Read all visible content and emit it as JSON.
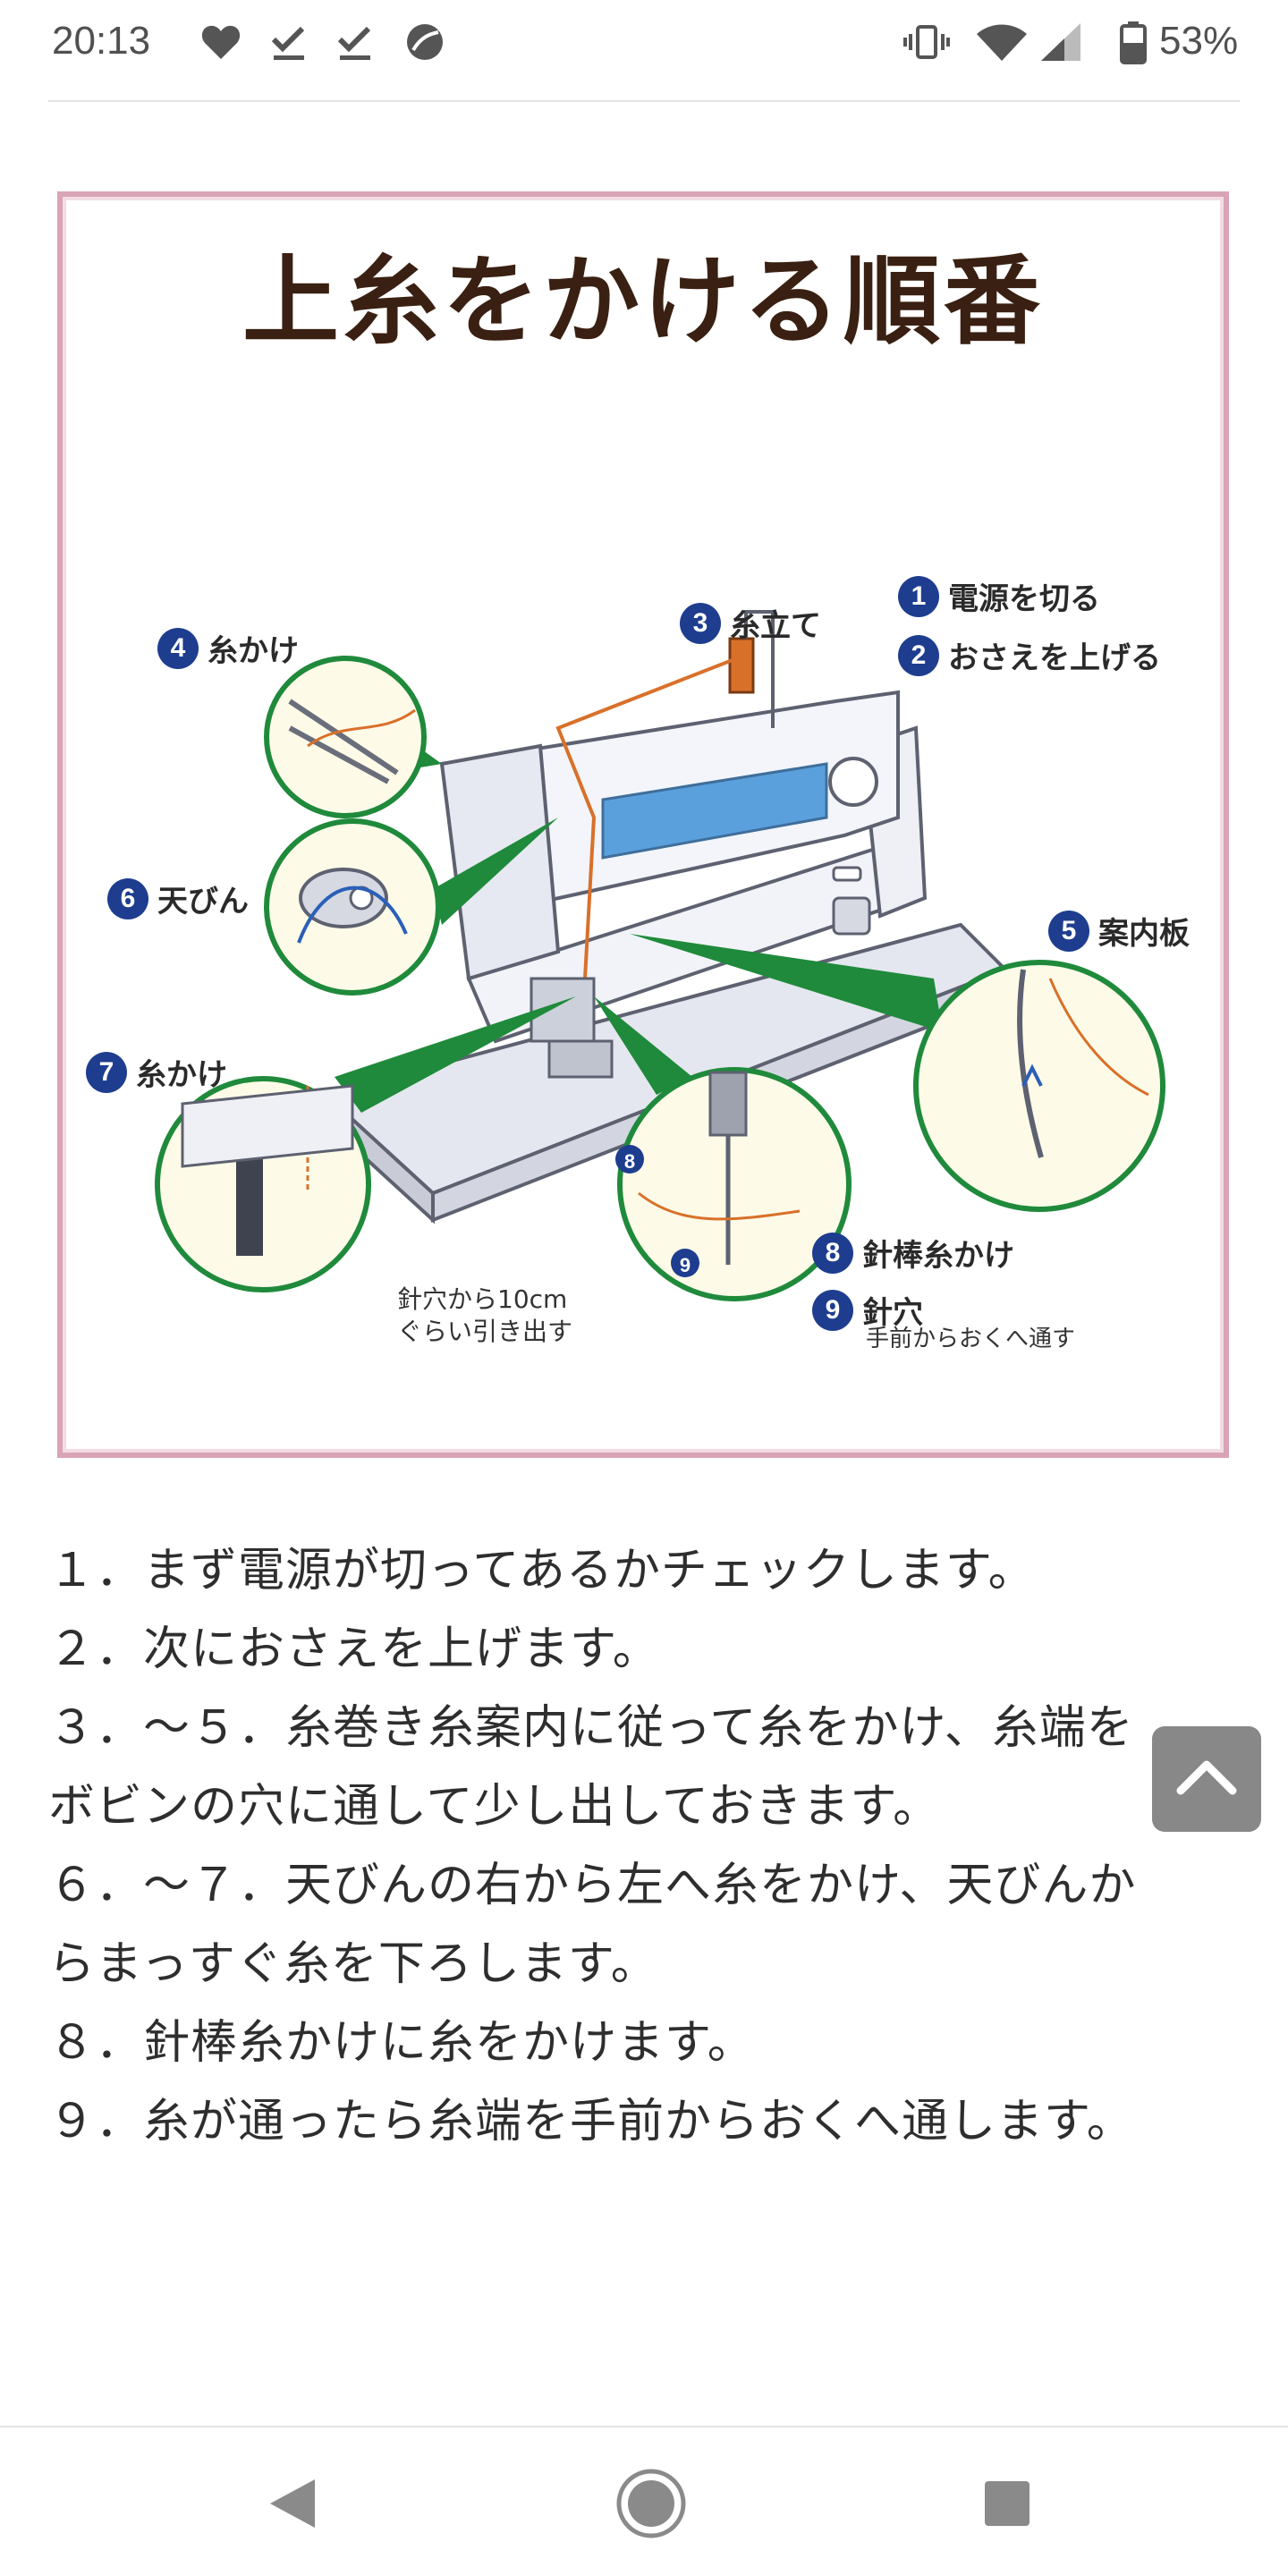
{
  "status_bar": {
    "time": "20:13",
    "battery": "53%",
    "notification_icons": [
      "heart-icon",
      "download-done-icon",
      "download-done-icon",
      "app-icon"
    ],
    "system_icons": [
      "vibrate-icon",
      "wifi-icon",
      "signal-icon",
      "battery-icon"
    ]
  },
  "figure": {
    "title": "上糸をかける順番",
    "labels": {
      "step1": {
        "num": "1",
        "text": "電源を切る"
      },
      "step2": {
        "num": "2",
        "text": "おさえを上げる"
      },
      "step3": {
        "num": "3",
        "text": "糸立て"
      },
      "step4": {
        "num": "4",
        "text": "糸かけ"
      },
      "step5": {
        "num": "5",
        "text": "案内板"
      },
      "step6": {
        "num": "6",
        "text": "天びん"
      },
      "step7": {
        "num": "7",
        "text": "糸かけ"
      },
      "step8": {
        "num": "8",
        "text": "針棒糸かけ"
      },
      "step9": {
        "num": "9",
        "text": "針穴",
        "sub": "手前からおくへ通す"
      }
    },
    "note_line1": "針穴から10cm",
    "note_line2": "ぐらい引き出す",
    "colors": {
      "border": "#d9a4b6",
      "badge": "#1e3d8f",
      "callout": "#1f8a3b",
      "thread": "#d9702a",
      "panel": "#5aa0dc"
    }
  },
  "steps": [
    "１．まず電源が切ってあるかチェックします。",
    "２．次におさえを上げます。",
    "３．～５．糸巻き糸案内に従って糸をかけ、糸端を",
    "ボビンの穴に通して少し出しておきます。",
    "６．～７．天びんの右から左へ糸をかけ、天びんか",
    "らまっすぐ糸を下ろします。",
    "８．針棒糸かけに糸をかけます。",
    "９．糸が通ったら糸端を手前からおくへ通します。"
  ],
  "scroll_top_icon": "chevron-up-icon",
  "nav_bar": {
    "back": "back-icon",
    "home": "home-icon",
    "recents": "recents-icon"
  }
}
